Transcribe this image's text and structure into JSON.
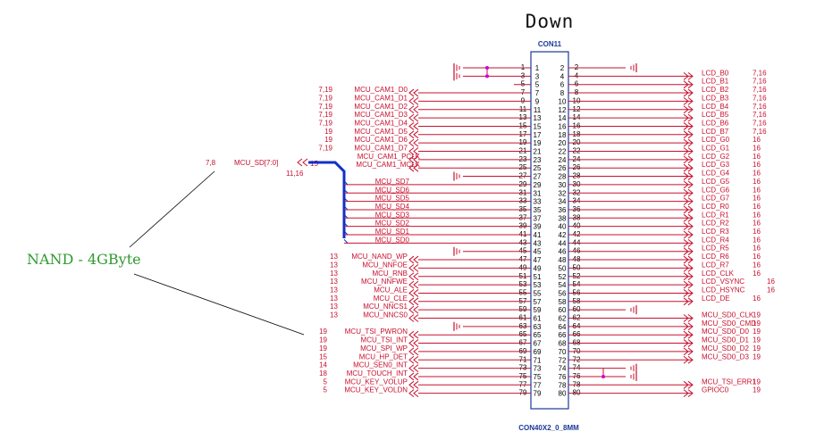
{
  "title": "Down",
  "annotation": "NAND - 4GByte",
  "connector": {
    "ref": "CON11",
    "footprint": "CON40X2_0_8MM"
  },
  "bus": {
    "name": "MCU_SD[7:0]",
    "ref_left": "7,8",
    "ref_bottom": "11,16",
    "ref_end": "15"
  },
  "left_nets": [
    {
      "pin": 7,
      "name": "MCU_CAM1_D0",
      "ref": "7,19"
    },
    {
      "pin": 9,
      "name": "MCU_CAM1_D1",
      "ref": "7,19"
    },
    {
      "pin": 11,
      "name": "MCU_CAM1_D2",
      "ref": "7,19"
    },
    {
      "pin": 13,
      "name": "MCU_CAM1_D3",
      "ref": "7,19"
    },
    {
      "pin": 15,
      "name": "MCU_CAM1_D4",
      "ref": "7,19"
    },
    {
      "pin": 17,
      "name": "MCU_CAM1_D5",
      "ref": "19"
    },
    {
      "pin": 19,
      "name": "MCU_CAM1_D6",
      "ref": "19"
    },
    {
      "pin": 21,
      "name": "MCU_CAM1_D7",
      "ref": "7,19"
    },
    {
      "pin": 23,
      "name": "MCU_CAM1_PCLK",
      "ref": ""
    },
    {
      "pin": 25,
      "name": "MCU_CAM1_MCLK",
      "ref": ""
    },
    {
      "pin": 29,
      "name": "MCU_SD7",
      "ref": ""
    },
    {
      "pin": 31,
      "name": "MCU_SD6",
      "ref": ""
    },
    {
      "pin": 33,
      "name": "MCU_SD5",
      "ref": ""
    },
    {
      "pin": 35,
      "name": "MCU_SD4",
      "ref": ""
    },
    {
      "pin": 37,
      "name": "MCU_SD3",
      "ref": ""
    },
    {
      "pin": 39,
      "name": "MCU_SD2",
      "ref": ""
    },
    {
      "pin": 41,
      "name": "MCU_SD1",
      "ref": ""
    },
    {
      "pin": 43,
      "name": "MCU_SD0",
      "ref": ""
    },
    {
      "pin": 47,
      "name": "MCU_NAND_WP",
      "ref": "13"
    },
    {
      "pin": 49,
      "name": "MCU_NNFOE",
      "ref": "13"
    },
    {
      "pin": 51,
      "name": "MCU_RNB",
      "ref": "13"
    },
    {
      "pin": 53,
      "name": "MCU_NNFWE",
      "ref": "13"
    },
    {
      "pin": 55,
      "name": "MCU_ALE",
      "ref": "13"
    },
    {
      "pin": 57,
      "name": "MCU_CLE",
      "ref": "13"
    },
    {
      "pin": 59,
      "name": "MCU_NNCS1",
      "ref": "13"
    },
    {
      "pin": 61,
      "name": "MCU_NNCS0",
      "ref": "13"
    },
    {
      "pin": 65,
      "name": "MCU_TSI_PWRON",
      "ref": "19"
    },
    {
      "pin": 67,
      "name": "MCU_TSI_INT",
      "ref": "19"
    },
    {
      "pin": 69,
      "name": "MCU_SPI_WP",
      "ref": "19"
    },
    {
      "pin": 71,
      "name": "MCU_HP_DET",
      "ref": "15"
    },
    {
      "pin": 73,
      "name": "MCU_SEN0_INT",
      "ref": "14"
    },
    {
      "pin": 75,
      "name": "MCU_TOUCH_INT",
      "ref": "18"
    },
    {
      "pin": 77,
      "name": "MCU_KEY_VOLUP",
      "ref": "5"
    },
    {
      "pin": 79,
      "name": "MCU_KEY_VOLDN",
      "ref": "5"
    }
  ],
  "right_nets": [
    {
      "pin": 4,
      "name": "LCD_B0",
      "ref": "7,16"
    },
    {
      "pin": 6,
      "name": "LCD_B1",
      "ref": "7,16"
    },
    {
      "pin": 8,
      "name": "LCD_B2",
      "ref": "7,16"
    },
    {
      "pin": 10,
      "name": "LCD_B3",
      "ref": "7,16"
    },
    {
      "pin": 12,
      "name": "LCD_B4",
      "ref": "7,16"
    },
    {
      "pin": 14,
      "name": "LCD_B5",
      "ref": "7,16"
    },
    {
      "pin": 16,
      "name": "LCD_B6",
      "ref": "7,16"
    },
    {
      "pin": 18,
      "name": "LCD_B7",
      "ref": "7,16"
    },
    {
      "pin": 20,
      "name": "LCD_G0",
      "ref": "16"
    },
    {
      "pin": 22,
      "name": "LCD_G1",
      "ref": "16"
    },
    {
      "pin": 24,
      "name": "LCD_G2",
      "ref": "16"
    },
    {
      "pin": 26,
      "name": "LCD_G3",
      "ref": "16"
    },
    {
      "pin": 28,
      "name": "LCD_G4",
      "ref": "16"
    },
    {
      "pin": 30,
      "name": "LCD_G5",
      "ref": "16"
    },
    {
      "pin": 32,
      "name": "LCD_G6",
      "ref": "16"
    },
    {
      "pin": 34,
      "name": "LCD_G7",
      "ref": "16"
    },
    {
      "pin": 36,
      "name": "LCD_R0",
      "ref": "16"
    },
    {
      "pin": 38,
      "name": "LCD_R1",
      "ref": "16"
    },
    {
      "pin": 40,
      "name": "LCD_R2",
      "ref": "16"
    },
    {
      "pin": 42,
      "name": "LCD_R3",
      "ref": "16"
    },
    {
      "pin": 44,
      "name": "LCD_R4",
      "ref": "16"
    },
    {
      "pin": 46,
      "name": "LCD_R5",
      "ref": "16"
    },
    {
      "pin": 48,
      "name": "LCD_R6",
      "ref": "16"
    },
    {
      "pin": 50,
      "name": "LCD_R7",
      "ref": "16"
    },
    {
      "pin": 52,
      "name": "LCD_CLK",
      "ref": "16"
    },
    {
      "pin": 54,
      "name": "LCD_VSYNC",
      "ref": "16"
    },
    {
      "pin": 56,
      "name": "LCD_HSYNC",
      "ref": "16"
    },
    {
      "pin": 58,
      "name": "LCD_DE",
      "ref": "16"
    },
    {
      "pin": 62,
      "name": "MCU_SD0_CLK",
      "ref": "19"
    },
    {
      "pin": 64,
      "name": "MCU_SD0_CMD",
      "ref": "19"
    },
    {
      "pin": 66,
      "name": "MCU_SD0_D0",
      "ref": "19"
    },
    {
      "pin": 68,
      "name": "MCU_SD0_D1",
      "ref": "19"
    },
    {
      "pin": 70,
      "name": "MCU_SD0_D2",
      "ref": "19"
    },
    {
      "pin": 72,
      "name": "MCU_SD0_D3",
      "ref": "19"
    },
    {
      "pin": 78,
      "name": "MCU_TSI_ERR1",
      "ref": "19"
    },
    {
      "pin": 80,
      "name": "GPIOC0",
      "ref": "19"
    }
  ],
  "ground_pins": [
    1,
    2,
    3,
    27,
    45,
    60,
    63,
    74,
    76
  ],
  "unconnected_pins": [
    5
  ]
}
